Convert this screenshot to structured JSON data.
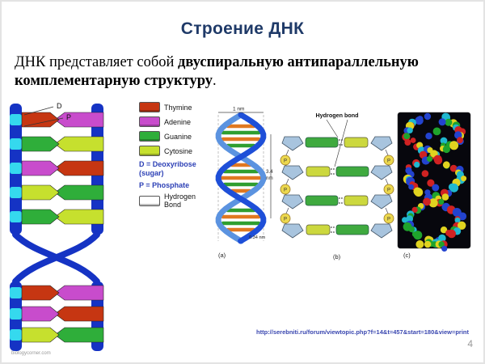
{
  "slide": {
    "title": "Строение ДНК",
    "body": {
      "regular_prefix": "ДНК представляет собой ",
      "bold_text": "двуспиральную антипараллельную комплементарную структуру",
      "suffix": "."
    },
    "url": "http://serebniti.ru/forum/viewtopic.php?f=14&t=457&start=180&view=print",
    "page_number": "4"
  },
  "palette": {
    "title_blue": "#1f3a68",
    "url_blue": "#3a47b0",
    "backbone_blue": "#1533c4",
    "phosphate_cyan": "#35d9ee",
    "thymine": "#c63612",
    "adenine": "#c84ccc",
    "guanine": "#2fae3a",
    "cytosine": "#c6e02e",
    "ribbon_dark": "#1e4fd8",
    "ribbon_light": "#5b93e0",
    "helix_rung_green": "#2f9e2f",
    "helix_rung_orange": "#e07820",
    "pentagon_blue": "#a8c4de",
    "purine_green": "#3faa3f",
    "pyrimidine_yellow": "#ccd83e",
    "phosphate_yellow": "#ecd84e"
  },
  "ladder": {
    "d_label": "D",
    "p_label": "P",
    "watermark": "biologycorner.com",
    "rungs_top": [
      [
        "thymine",
        "adenine"
      ],
      [
        "guanine",
        "cytosine"
      ],
      [
        "adenine",
        "thymine"
      ],
      [
        "cytosine",
        "guanine"
      ],
      [
        "guanine",
        "cytosine"
      ]
    ],
    "rungs_bottom": [
      [
        "thymine",
        "adenine"
      ],
      [
        "adenine",
        "thymine"
      ],
      [
        "cytosine",
        "guanine"
      ]
    ]
  },
  "legend": {
    "items": [
      {
        "label": "Thymine",
        "color_key": "thymine"
      },
      {
        "label": "Adenine",
        "color_key": "adenine"
      },
      {
        "label": "Guanine",
        "color_key": "guanine"
      },
      {
        "label": "Cytosine",
        "color_key": "cytosine"
      }
    ],
    "notes": [
      "D = Deoxyribose (sugar)",
      "P = Phosphate"
    ],
    "hydrogen_bond_label": "Hydrogen Bond"
  },
  "helix": {
    "label_width": "1 nm",
    "label_turn": "3.4 nm",
    "label_rise": "0.34 nm",
    "caption": "(a)"
  },
  "basepairs": {
    "hydrogen_bond_label": "Hydrogen bond",
    "phosphate_label": "P",
    "rows": [
      "purine-left",
      "pyrimidine-left",
      "purine-left",
      "pyrimidine-left"
    ],
    "caption": "(b)"
  },
  "spacefill": {
    "colors": [
      "#2343cf",
      "#1fa32c",
      "#cf2222",
      "#e0d31f",
      "#1fb7cf"
    ],
    "caption": "(c)"
  }
}
